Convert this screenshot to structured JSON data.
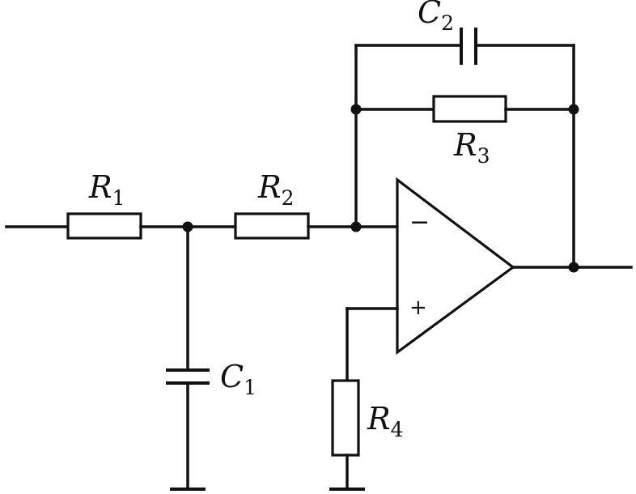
{
  "components": {
    "R1": {
      "label": "R",
      "sub": "1"
    },
    "R2": {
      "label": "R",
      "sub": "2"
    },
    "R3": {
      "label": "R",
      "sub": "3"
    },
    "R4": {
      "label": "R",
      "sub": "4"
    },
    "C1": {
      "label": "C",
      "sub": "1"
    },
    "C2": {
      "label": "C",
      "sub": "2"
    }
  },
  "opamp": {
    "minus": "−",
    "plus": "+"
  },
  "colors": {
    "ink": "#111111",
    "background": "#ffffff"
  }
}
